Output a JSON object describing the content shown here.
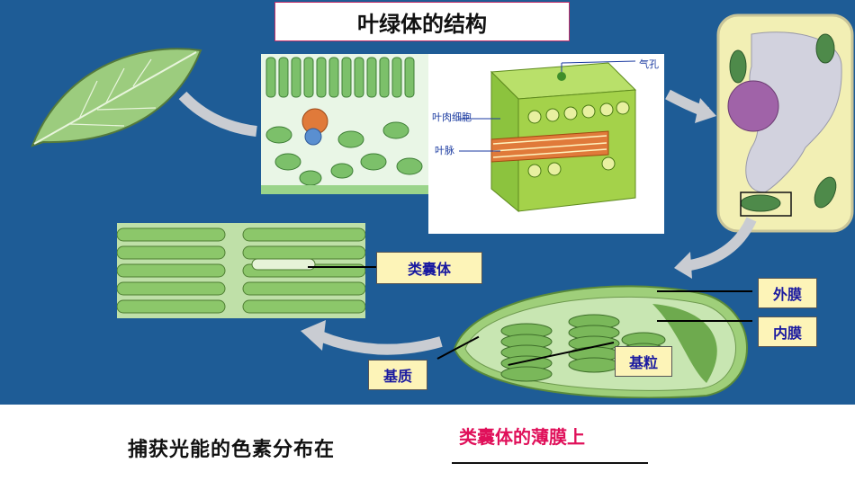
{
  "title": "叶绿体的结构",
  "cross_section_labels": {
    "stoma": "气孔",
    "mesophyll": "叶肉细胞",
    "vein": "叶脉"
  },
  "structure_labels": {
    "thylakoid": "类囊体",
    "outer_membrane": "外膜",
    "inner_membrane": "内膜",
    "granum": "基粒",
    "stroma": "基质"
  },
  "question": "捕获光能的色素分布在",
  "answer": "类囊体的薄膜上",
  "colors": {
    "background": "#1e5c96",
    "answer": "#e0105a",
    "label_bg": "#fdf4b8",
    "label_text": "#1a1aa0"
  }
}
